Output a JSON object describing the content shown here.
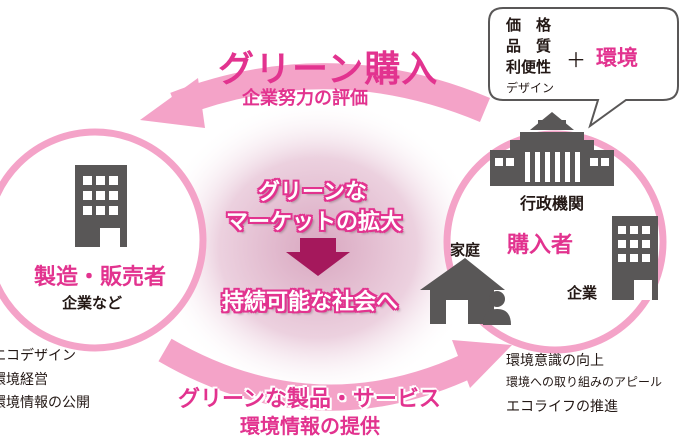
{
  "top_arrow": {
    "title": "グリーン購入",
    "subtitle": "企業努力の評価"
  },
  "bottom_arrow": {
    "title": "グリーンな製品・サービス",
    "subtitle": "環境情報の提供"
  },
  "center": {
    "line1": "グリーンな",
    "line2": "マーケットの拡大",
    "line3": "持続可能な社会へ"
  },
  "left_circle": {
    "title": "製造・販売者",
    "subtitle": "企業など"
  },
  "left_notes": [
    "エコデザイン",
    "環境経営",
    "環境情報の公開"
  ],
  "right_circle": {
    "title": "購入者",
    "gov_label": "行政機関",
    "home_label": "家庭",
    "company_label": "企業"
  },
  "right_notes": [
    "環境意識の向上",
    "環境への取り組みのアピール",
    "エコライフの推進"
  ],
  "bubble": {
    "items": [
      "価　格",
      "品　質",
      "利便性",
      "デザイン"
    ],
    "plus": "＋",
    "env": "環境"
  },
  "colors": {
    "pink": "#e2338f",
    "light_pink": "#f4a3c8",
    "gray": "#595757",
    "center_glow": "#e8c7d8"
  }
}
